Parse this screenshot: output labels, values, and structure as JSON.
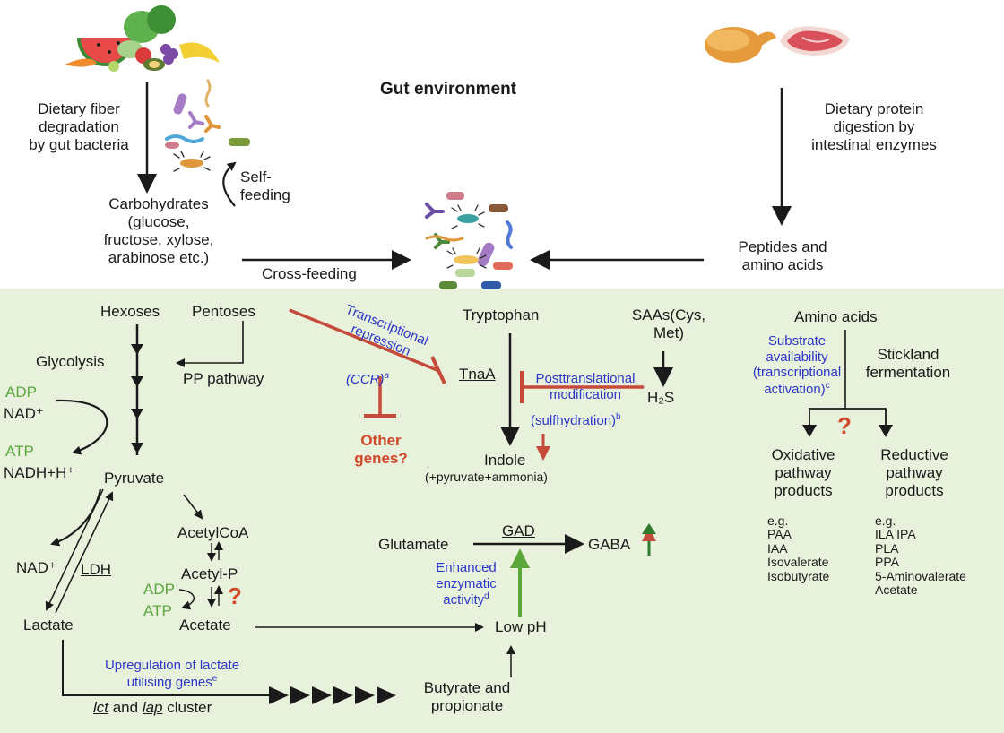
{
  "top": {
    "title": "Gut environment",
    "fiber_label": "Dietary fiber\ndegradation\nby gut bacteria",
    "protein_label": "Dietary protein\ndigestion by\nintestinal enzymes",
    "carbohydrates": "Carbohydrates\n(glucose,\nfructose, xylose,\narabinose etc.)",
    "self_feeding": "Self-\nfeeding",
    "cross_feeding": "Cross-feeding",
    "peptides": "Peptides and\namino acids"
  },
  "left": {
    "hexoses": "Hexoses",
    "pentoses": "Pentoses",
    "glycolysis": "Glycolysis",
    "pp_pathway": "PP pathway",
    "adp": "ADP",
    "nad_plus": "NAD⁺",
    "atp": "ATP",
    "nadh": "NADH+H⁺",
    "pyruvate": "Pyruvate",
    "acetylcoa": "AcetylCoA",
    "acetyl_p": "Acetyl-P",
    "adp2": "ADP",
    "atp2": "ATP",
    "acetate": "Acetate",
    "nad_plus2": "NAD⁺",
    "ldh": "LDH",
    "lactate": "Lactate",
    "question": "?"
  },
  "middle": {
    "transcriptional_repression": "Transcriptional\nrepression",
    "ccr": "(CCR)",
    "ccr_sup": "a",
    "other_genes": "Other\ngenes?",
    "tryptophan": "Tryptophan",
    "tnaa": "TnaA",
    "saas": "SAAs(Cys,\nMet)",
    "h2s": "H₂S",
    "posttranslational": "Posttranslational\nmodification",
    "sulfhydration": "(sulfhydration)",
    "sulfhydration_sup": "b",
    "indole": "Indole",
    "indole_sub": "(+pyruvate+ammonia)",
    "glutamate": "Glutamate",
    "gad": "GAD",
    "gaba": "GABA",
    "enhanced": "Enhanced\nenzymatic\nactivity",
    "enhanced_sup": "d",
    "low_ph": "Low pH",
    "upregulation": "Upregulation of lactate\nutilising genes",
    "upregulation_sup": "e",
    "lct": "lct",
    "and": " and ",
    "lap": "lap",
    "cluster": " cluster",
    "butyrate": "Butyrate and\npropionate"
  },
  "right": {
    "amino_acids": "Amino acids",
    "substrate": "Substrate\navailability\n(transcriptional\nactivation)",
    "substrate_sup": "c",
    "stickland": "Stickland\nfermentation",
    "question": "?",
    "oxidative": "Oxidative\npathway\nproducts",
    "reductive": "Reductive\npathway\nproducts",
    "oxidative_list": "e.g.\nPAA\nIAA\nIsovalerate\nIsobutyrate",
    "reductive_list": "e.g.\nILA IPA\nPLA\nPPA\n5-Aminovalerate\nAcetate"
  },
  "colors": {
    "panel_bg": "#e8f1dc",
    "inhibition_red": "#c64a3a",
    "annotation_blue": "#2b37c8",
    "energy_green": "#5aa83c",
    "question_orange": "#d1492a"
  },
  "icons": [
    "fruit-vegetables-icon",
    "meat-icon",
    "bacteria-icon"
  ]
}
